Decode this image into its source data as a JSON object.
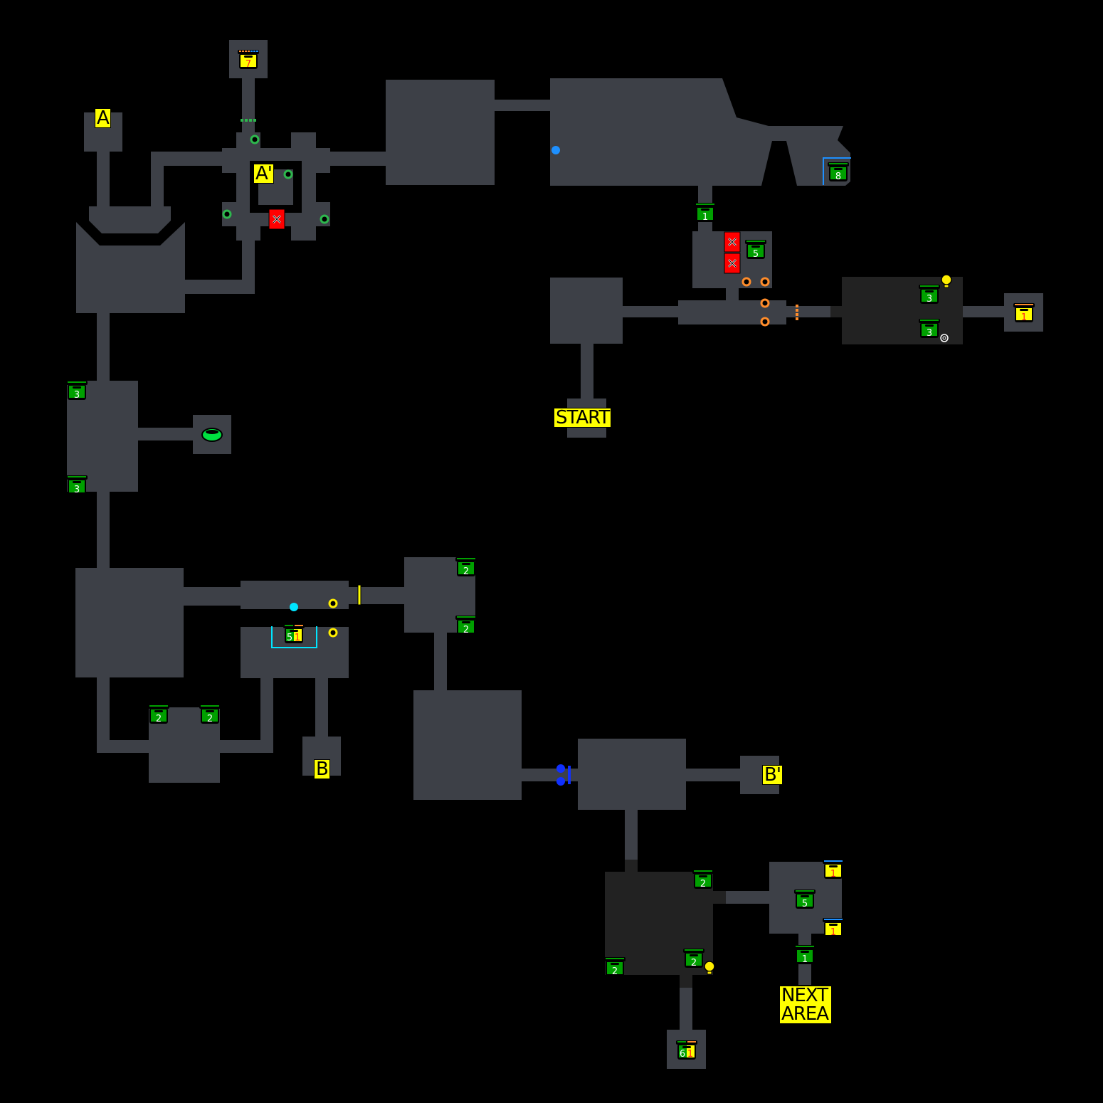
{
  "title": "Area map",
  "colors": {
    "room": "#3d4047",
    "dark_room": "#222222",
    "background": "#000000",
    "chest_green": "#00a000",
    "chest_yellow": "#ffff00",
    "lock_red": "#ff0000",
    "label_yellow": "#ffff00"
  },
  "labels": {
    "a": "A",
    "a_prime": "A'",
    "b": "B",
    "b_prime": "B'",
    "start": "START",
    "next_area_line1": "NEXT",
    "next_area_line2": "AREA"
  },
  "chests": [
    {
      "id": "chest-top",
      "type": "yellow",
      "value": "7",
      "lid": "multi"
    },
    {
      "id": "chest-big-room",
      "type": "green",
      "value": "8",
      "lid": "green",
      "bracket": "blue"
    },
    {
      "id": "chest-corridor-1",
      "type": "green",
      "value": "1"
    },
    {
      "id": "chest-lock-room",
      "type": "green",
      "value": "5"
    },
    {
      "id": "chest-dark-upper",
      "type": "green",
      "value": "3"
    },
    {
      "id": "chest-dark-lower",
      "type": "green",
      "value": "3"
    },
    {
      "id": "chest-east-end",
      "type": "yellow",
      "value": "1",
      "lid": "orange"
    },
    {
      "id": "chest-west-upper",
      "type": "green",
      "value": "3"
    },
    {
      "id": "chest-west-lower",
      "type": "green",
      "value": "3"
    },
    {
      "id": "chest-mid-upper",
      "type": "green",
      "value": "2"
    },
    {
      "id": "chest-mid-lower",
      "type": "green",
      "value": "2"
    },
    {
      "id": "chest-split-mid",
      "type": "split",
      "value": "5",
      "value2": "1",
      "bracket": "cyan"
    },
    {
      "id": "chest-sw-left",
      "type": "green",
      "value": "2"
    },
    {
      "id": "chest-sw-right",
      "type": "green",
      "value": "2"
    },
    {
      "id": "chest-south-top",
      "type": "green",
      "value": "2"
    },
    {
      "id": "chest-se-center",
      "type": "green",
      "value": "5"
    },
    {
      "id": "chest-se-upper",
      "type": "yellow",
      "value": "1",
      "lid": "blue"
    },
    {
      "id": "chest-se-lower",
      "type": "yellow",
      "value": "1",
      "lid": "blue"
    },
    {
      "id": "chest-next-corridor",
      "type": "green",
      "value": "1"
    },
    {
      "id": "chest-south-mid",
      "type": "green",
      "value": "2"
    },
    {
      "id": "chest-south-left",
      "type": "green",
      "value": "2"
    },
    {
      "id": "chest-split-south",
      "type": "split",
      "value": "6",
      "value2": "1"
    }
  ]
}
